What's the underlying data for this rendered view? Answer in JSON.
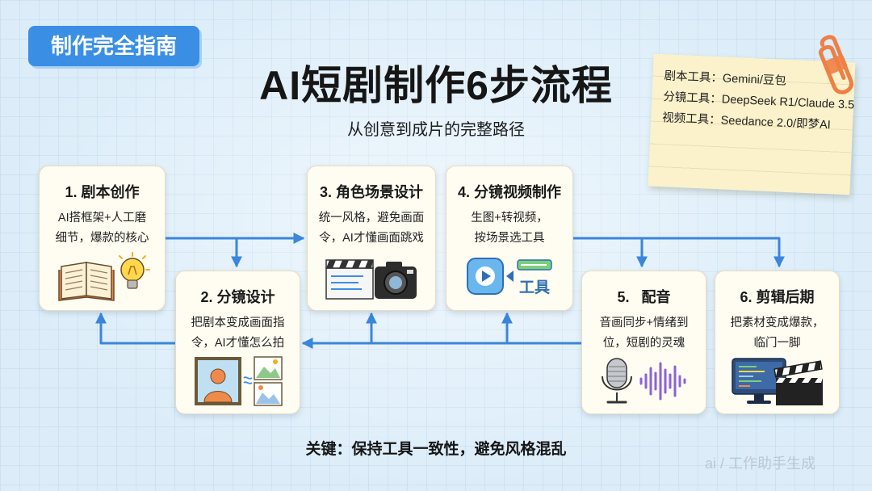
{
  "badge": "制作完全指南",
  "title": "AI短剧制作6步流程",
  "subtitle": "从创意到成片的完整路径",
  "tool_note": {
    "lines": [
      "剧本工具：Gemini/豆包",
      "分镜工具：DeepSeek R1/Claude 3.5",
      "视频工具：Seedance 2.0/即梦AI"
    ]
  },
  "steps": [
    {
      "title": "1. 剧本创作",
      "lines": [
        "AI搭框架+人工磨",
        "细节，爆款的核心"
      ],
      "icon": "book-and-lightbulb-icon"
    },
    {
      "title": "2. 分镜设计",
      "lines": [
        "把剧本变成画面指",
        "令，AI才懂怎么拍"
      ],
      "icon": "storyboard-picture-icon"
    },
    {
      "title": "3. 角色场景设计",
      "lines": [
        "统一风格，避免画面",
        "令，AI才懂画面跳戏"
      ],
      "icon": "clapperboard-and-camera-icon"
    },
    {
      "title": "4. 分镜视频制作",
      "lines": [
        "生图+转视频，",
        "按场景选工具"
      ],
      "icon": "video-tool-icon",
      "icon_label": "工具"
    },
    {
      "title": "5.   配音",
      "lines": [
        "音画同步+情绪到",
        "位，短剧的灵魂"
      ],
      "icon": "microphone-soundwave-icon"
    },
    {
      "title": "6. 剪辑后期",
      "lines": [
        "把素材变成爆款，",
        "临门一脚"
      ],
      "icon": "monitor-and-clapperboard-icon"
    }
  ],
  "key_point": "关键：保持工具一致性，避免风格混乱",
  "watermark": "ai / 工作助手生成",
  "colors": {
    "accent": "#3a86dc",
    "badge": "#3a8fe5",
    "card_bg": "#fffcf2",
    "note_bg": "#fbf2cb",
    "clip": "#ee7f45"
  }
}
